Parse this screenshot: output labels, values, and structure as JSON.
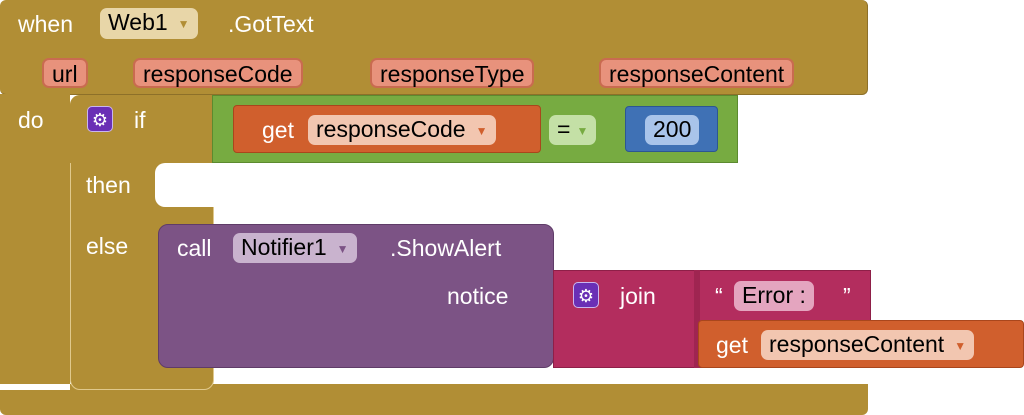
{
  "event": {
    "keyword": "when",
    "component": "Web1",
    "event_name": ".GotText",
    "params": [
      "url",
      "responseCode",
      "responseType",
      "responseContent"
    ],
    "do_label": "do"
  },
  "if_block": {
    "if_label": "if",
    "then_label": "then",
    "else_label": "else"
  },
  "compare": {
    "get_label": "get",
    "variable": "responseCode",
    "operator": "=",
    "number": "200"
  },
  "call": {
    "call_label": "call",
    "component": "Notifier1",
    "method": ".ShowAlert",
    "socket_label": "notice"
  },
  "join": {
    "label": "join",
    "string_open": "“",
    "string_value": "Error :",
    "string_close": "”",
    "get_label": "get",
    "variable": "responseContent"
  },
  "colors": {
    "event_block": "#b18e35",
    "param_pill": "#e8927c",
    "control_block": "#b18e35",
    "logic_block": "#77ab41",
    "variable_block": "#d05f2d",
    "math_block": "#3f71b5",
    "component_block": "#7c5385",
    "text_block": "#b32d5e"
  },
  "icons": [
    "mutator-gear-icon",
    "dropdown-arrow-icon"
  ]
}
